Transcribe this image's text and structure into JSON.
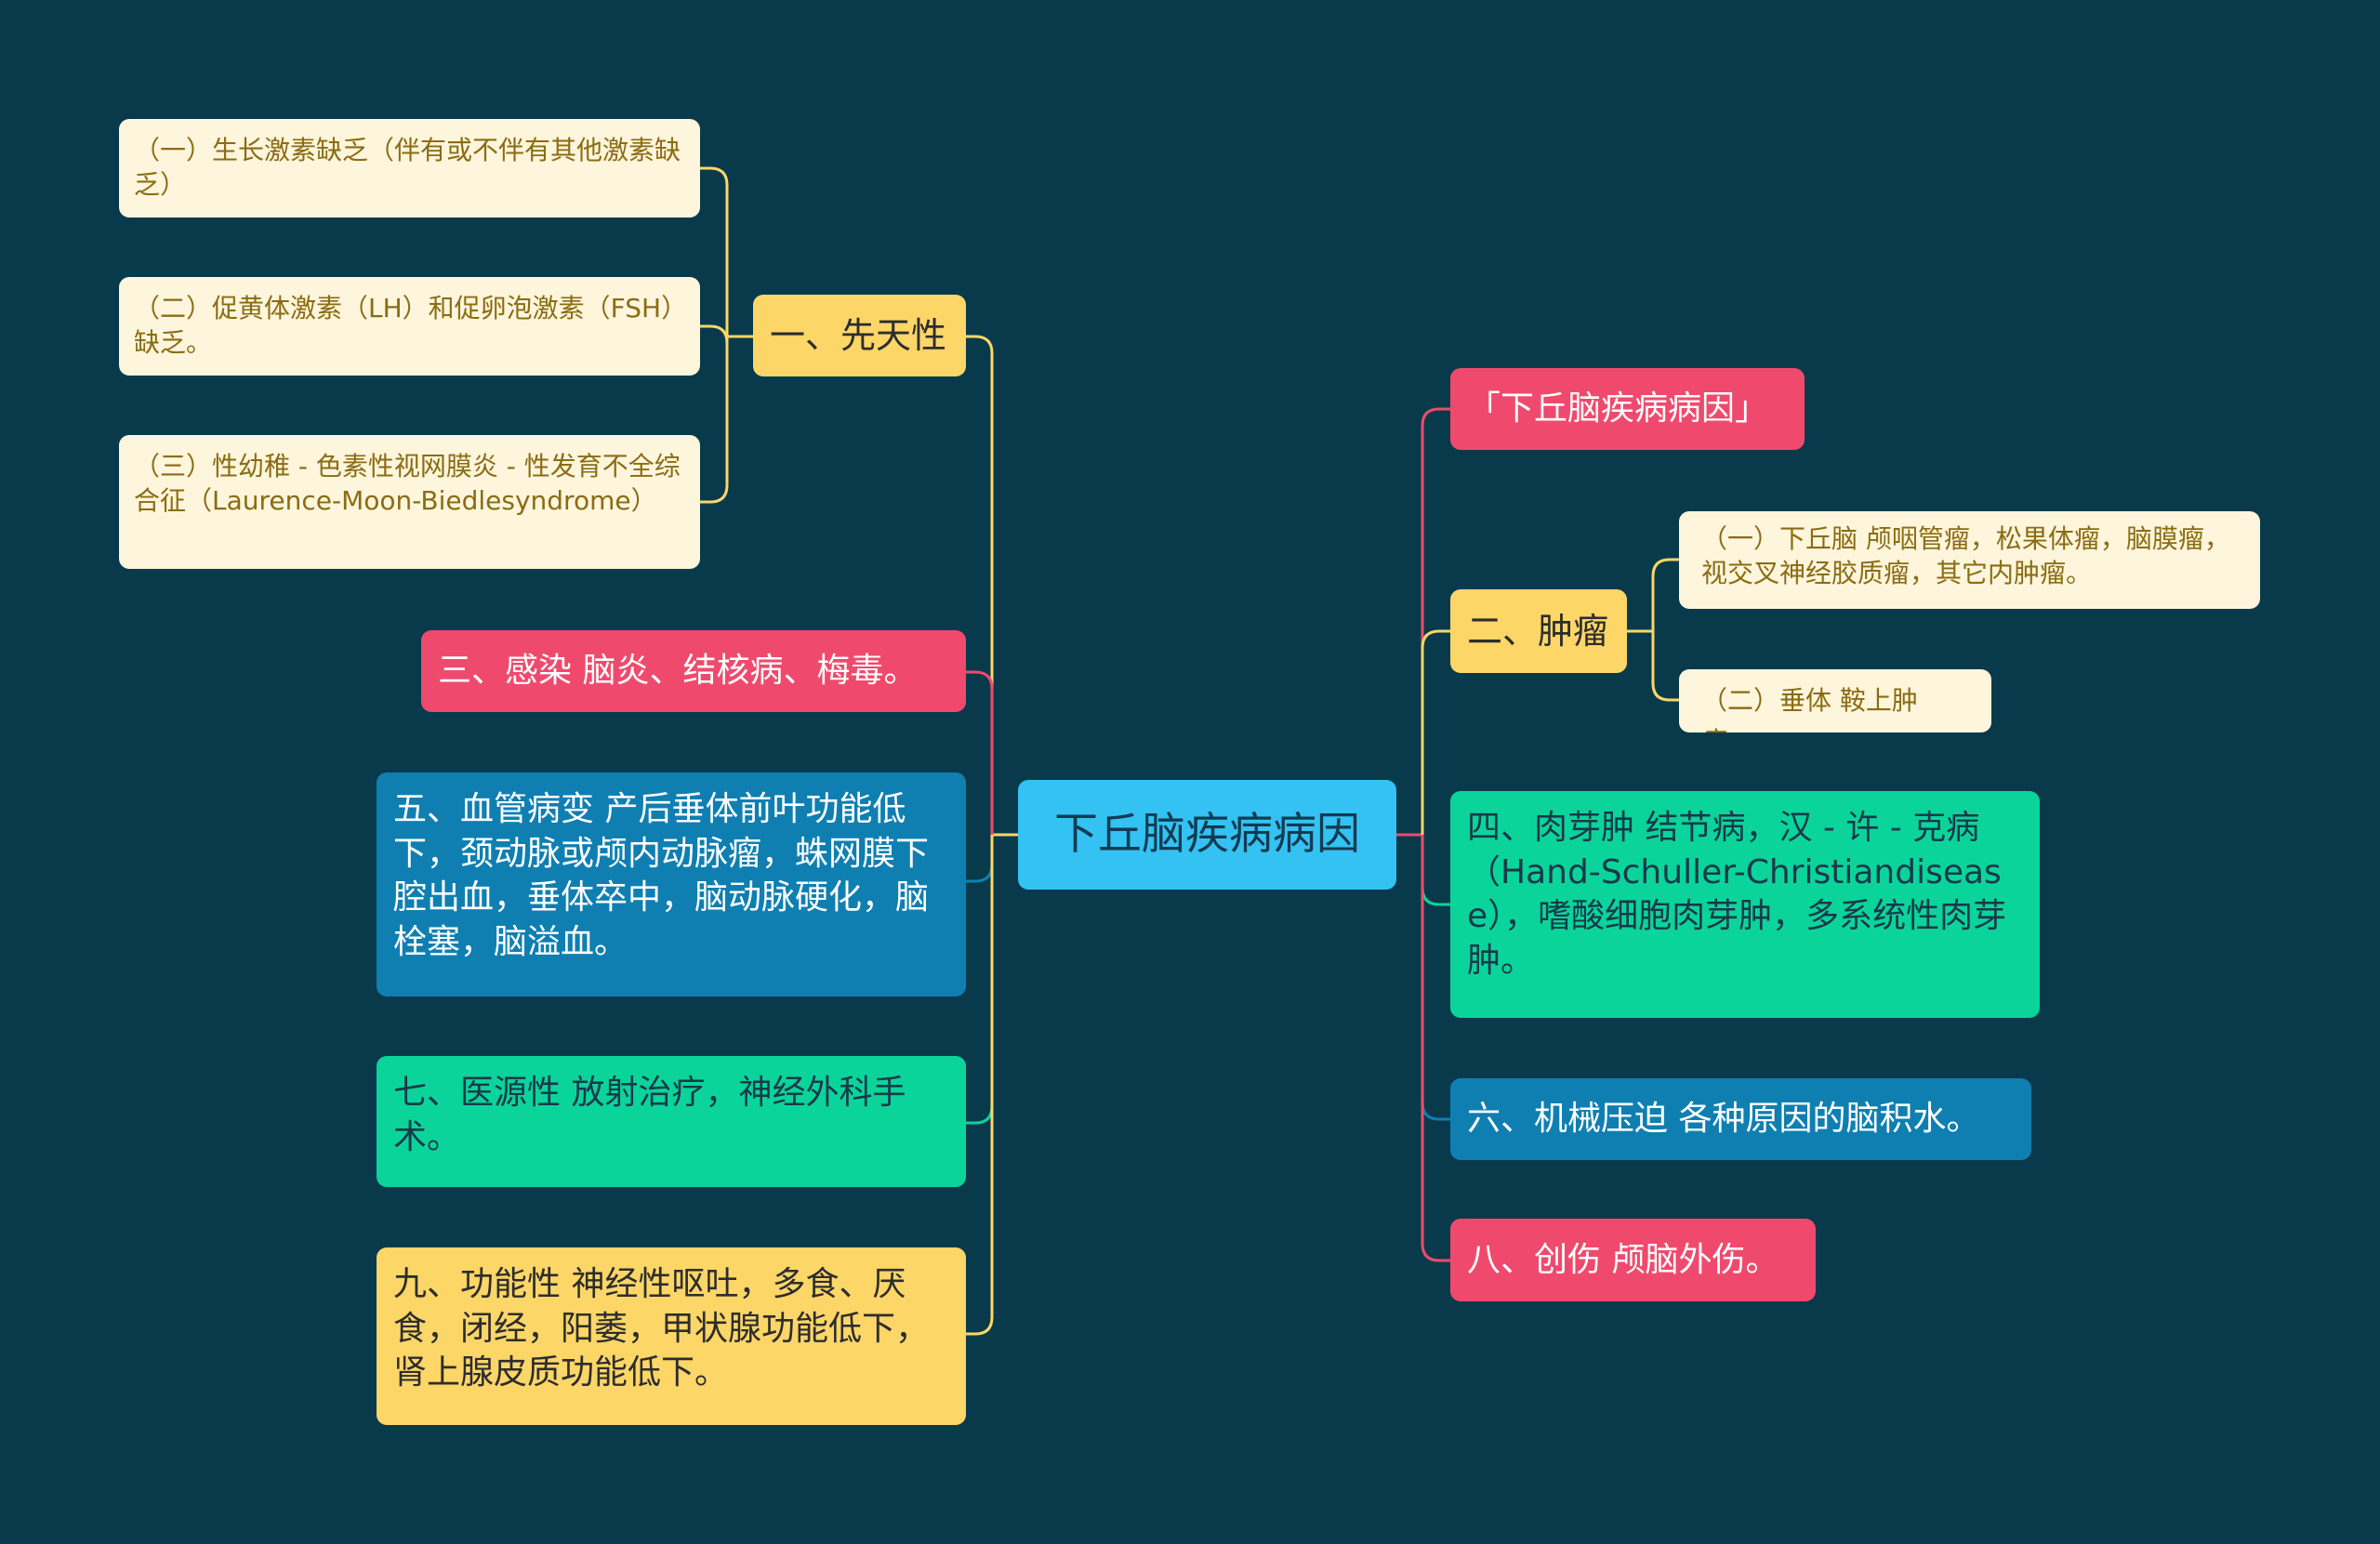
{
  "center": {
    "label": "下丘脑疾病病因"
  },
  "left": {
    "xiantian": {
      "label": "一、先天性",
      "children": [
        "（一）生长激素缺乏（伴有或不伴有其他激素缺乏）",
        "（二）促黄体激素（LH）和促卵泡激素（FSH）缺乏。",
        "（三）性幼稚 - 色素性视网膜炎 - 性发育不全综合征（Laurence-Moon-Biedlesyndrome）"
      ]
    },
    "ganran": "三、感染 脑炎、结核病、梅毒。",
    "xueguan": "五、血管病变 产后垂体前叶功能低下，颈动脉或颅内动脉瘤，蛛网膜下腔出血，垂体卒中，脑动脉硬化，脑栓塞，脑溢血。",
    "yiyuan": "七、医源性 放射治疗，神经外科手术。",
    "gongneng": "九、功能性 神经性呕吐，多食、厌食，闭经，阳萎，甲状腺功能低下，肾上腺皮质功能低下。"
  },
  "right": {
    "title_tag": "「下丘脑疾病病因」",
    "zhongliu": {
      "label": "二、肿瘤",
      "children": [
        "（一）下丘脑 颅咽管瘤，松果体瘤，脑膜瘤，视交叉神经胶质瘤，其它内肿瘤。",
        "（二）垂体 鞍上肿瘤。"
      ]
    },
    "rouya": "四、肉芽肿 结节病，汉 - 许 - 克病（Hand-Schuller-Christiandisease），嗜酸细胞肉芽肿，多系统性肉芽肿。",
    "jixie": "六、机械压迫 各种原因的脑积水。",
    "chuangshang": "八、创伤 颅脑外伤。"
  },
  "colors": {
    "background": "#083a4c",
    "center": "#33c2f2",
    "yellow": "#fcd667",
    "cream": "#fdf5dc",
    "pink": "#ef4a6d",
    "blue": "#0f7fb2",
    "green": "#0bd49a"
  }
}
